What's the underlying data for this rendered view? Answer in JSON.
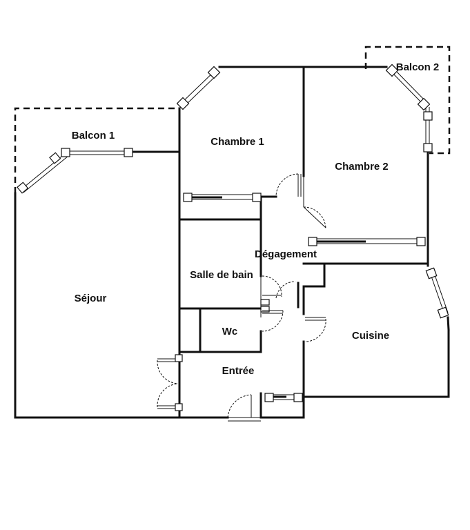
{
  "rooms": {
    "balcon1": "Balcon 1",
    "balcon2": "Balcon 2",
    "chambre1": "Chambre 1",
    "chambre2": "Chambre 2",
    "degagement": "Dégagement",
    "salle_de_bain": "Salle de bain",
    "sejour": "Séjour",
    "wc": "Wc",
    "cuisine": "Cuisine",
    "entree": "Entrée"
  }
}
